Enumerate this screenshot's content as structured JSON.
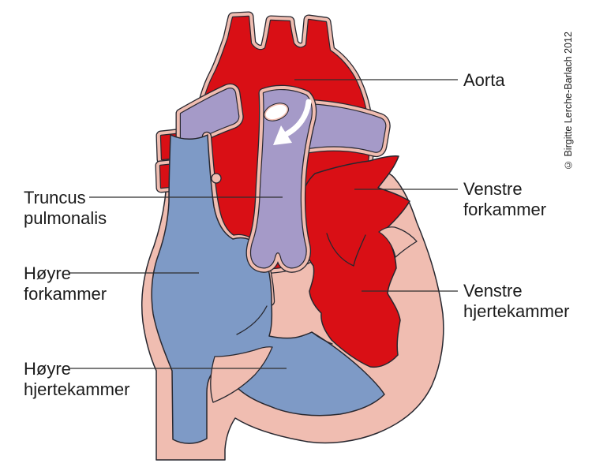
{
  "diagram": {
    "type": "heart-anatomy-cross-section",
    "labels": {
      "aorta": [
        "Aorta"
      ],
      "truncus_pulmonalis": [
        "Truncus",
        "pulmonalis"
      ],
      "hoyre_forkammer": [
        "Høyre",
        "forkammer"
      ],
      "hoyre_hjertekammer": [
        "Høyre",
        "hjertekammer"
      ],
      "venstre_forkammer": [
        "Venstre",
        "forkammer"
      ],
      "venstre_hjertekammer": [
        "Venstre",
        "hjertekammer"
      ]
    },
    "credit": "© Birgitte Lerche-Barlach 2012",
    "colors": {
      "oxygen_rich_red": "#d90f15",
      "oxygen_poor_blue": "#7e9ac6",
      "pulmonary_purple": "#a59ac8",
      "wall_pink": "#f0bdb1",
      "outline": "#27272f",
      "label_text": "#1b1b1b",
      "leader_line": "#2e2e2e"
    }
  }
}
